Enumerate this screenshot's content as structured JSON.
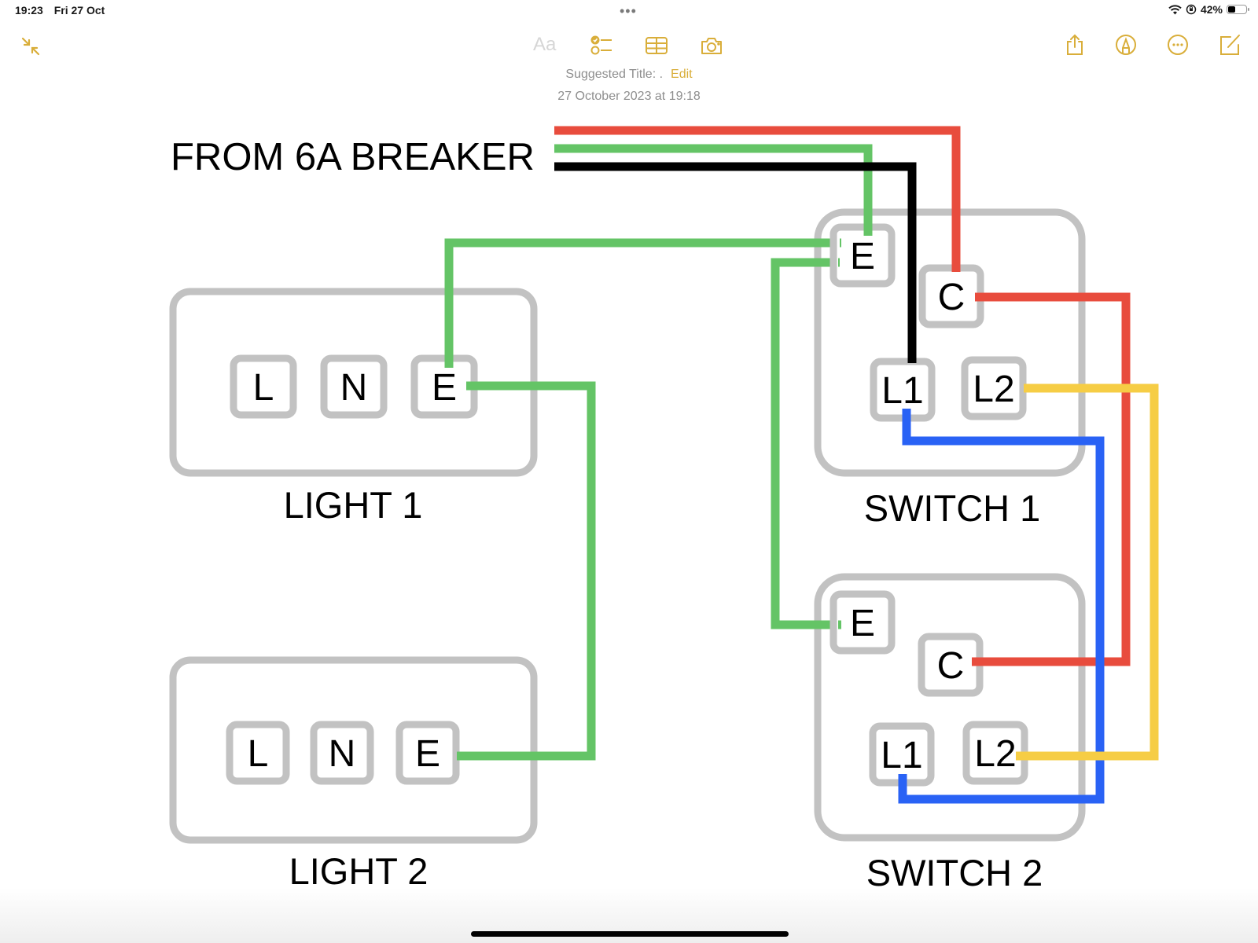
{
  "status_bar": {
    "time": "19:23",
    "date": "Fri 27 Oct",
    "battery_percent": "42%",
    "battery_level": 0.42,
    "icons": [
      "wifi-icon",
      "orientation-lock-icon",
      "battery-icon"
    ]
  },
  "toolbar": {
    "left_icons": [
      "collapse-icon"
    ],
    "center_icons": [
      "text-format-icon",
      "checklist-icon",
      "table-icon",
      "camera-icon"
    ],
    "format_label": "Aa",
    "right_icons": [
      "share-icon",
      "markup-icon",
      "more-icon",
      "compose-icon"
    ]
  },
  "note": {
    "suggested_title_label": "Suggested Title: .",
    "edit_label": "Edit",
    "timestamp": "27 October 2023 at 19:18"
  },
  "colors": {
    "accent": "#d9ae3a",
    "wire_red": "#e84c3d",
    "wire_green": "#64c466",
    "wire_black": "#000000",
    "wire_blue": "#2962f5",
    "wire_yellow": "#f6cd45",
    "box_gray": "#c2c2c2"
  },
  "diagram": {
    "source_label": "FROM 6A BREAKER",
    "light1": {
      "label": "LIGHT 1",
      "terminals": [
        "L",
        "N",
        "E"
      ]
    },
    "light2": {
      "label": "LIGHT 2",
      "terminals": [
        "L",
        "N",
        "E"
      ]
    },
    "switch1": {
      "label": "SWITCH 1",
      "terminals": [
        "E",
        "C",
        "L1",
        "L2"
      ]
    },
    "switch2": {
      "label": "SWITCH 2",
      "terminals": [
        "E",
        "C",
        "L1",
        "L2"
      ]
    },
    "wires": [
      {
        "color": "red",
        "from": "breaker",
        "to": "switch1.C"
      },
      {
        "color": "green",
        "from": "breaker",
        "to": "switch1.E"
      },
      {
        "color": "black",
        "from": "breaker",
        "to": "switch1.L1"
      },
      {
        "color": "green",
        "from": "switch1.E",
        "to": "light1.E"
      },
      {
        "color": "green",
        "from": "switch1.E",
        "to": "switch2.E"
      },
      {
        "color": "green",
        "from": "light1.E",
        "to": "light2.E"
      },
      {
        "color": "red",
        "from": "switch1.C",
        "to": "switch2.C"
      },
      {
        "color": "blue",
        "from": "switch1.L1",
        "to": "switch2.L1"
      },
      {
        "color": "yellow",
        "from": "switch1.L2",
        "to": "switch2.L2"
      }
    ]
  }
}
